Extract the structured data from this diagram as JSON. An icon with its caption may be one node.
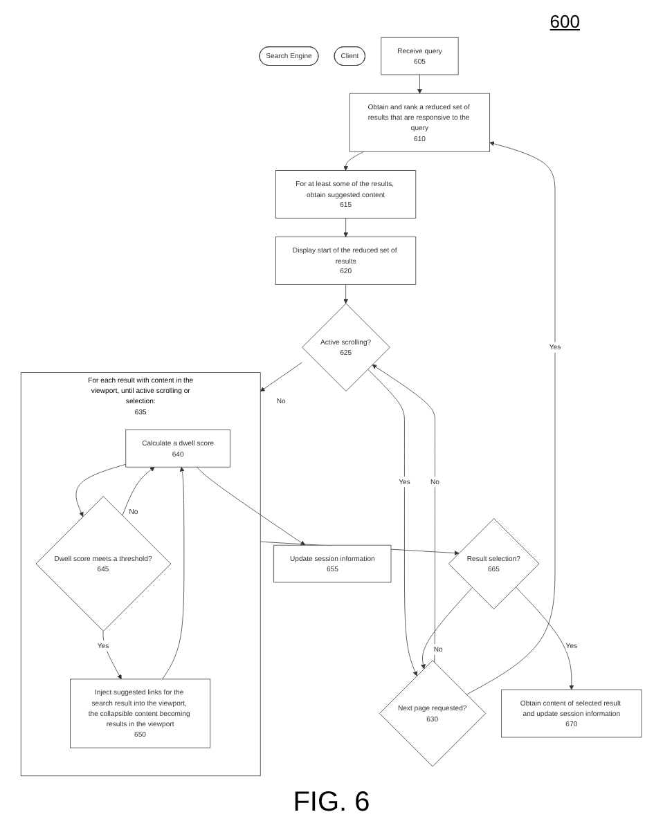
{
  "diagram": {
    "caption": "FIG. 6",
    "nodes": [
      {
        "text": [
          "Search Engine"
        ]
      },
      {
        "text": [
          "Client"
        ]
      },
      {
        "text": [
          "Receive query",
          "605"
        ]
      },
      {
        "text": [
          "Obtain and rank a reduced set of results that are responsive to the query",
          "610"
        ]
      },
      {
        "text": [
          "For at least some of the results, obtain suggested content",
          "615"
        ]
      },
      {
        "text": [
          "Display start of the reduced set of results",
          "620"
        ]
      },
      {
        "text": [
          "Next page requested?",
          "630"
        ]
      },
      {
        "text": [
          "Active scrolling?",
          "625"
        ]
      },
      {
        "text": [
          "For each result with content in the viewport, until active scrolling or selection:",
          "635"
        ]
      },
      {
        "text": [
          "Calculate a dwell score",
          "640"
        ],
        "in": 8
      },
      {
        "text": [
          "Dwell score meets a threshold?",
          "645"
        ],
        "in": 8
      },
      {
        "text": [
          "Inject suggested links for the search result into the viewport, the collapsible content becoming results in the viewport",
          "650"
        ],
        "in": 8
      },
      {
        "text": [
          "Update session information",
          "655"
        ]
      },
      {
        "text": [
          "Result selection?",
          "665"
        ]
      },
      {
        "text": [
          "Obtain content of selected result and update session information",
          "670"
        ]
      }
    ],
    "edges": [
      {
        "from": 2,
        "to": 3,
        "arrow": "to"
      },
      {
        "from": 3,
        "to": 4,
        "arrow": "to"
      },
      {
        "from": 4,
        "to": 5,
        "arrow": "to"
      },
      {
        "from": 5,
        "to": 7,
        "arrow": "to"
      },
      {
        "from": 6,
        "to": 7,
        "arrow": "to",
        "label": "No"
      },
      {
        "from": 6,
        "to": 3,
        "arrow": "to",
        "label": "Yes"
      },
      {
        "from": 7,
        "to": 6,
        "arrow": "to",
        "label": "Yes"
      },
      {
        "from": 7,
        "to": 8,
        "arrow": "to",
        "label": "No"
      },
      {
        "from": 9,
        "to": 10,
        "arrow": "to"
      },
      {
        "from": 9,
        "to": 12,
        "arrow": "to"
      },
      {
        "from": 10,
        "to": 9,
        "arrow": "to",
        "label": "No"
      },
      {
        "from": 10,
        "to": 11,
        "arrow": "to",
        "label": "Yes"
      },
      {
        "from": 11,
        "to": 9,
        "arrow": "to"
      },
      {
        "from": 8,
        "to": 13,
        "arrow": "to"
      },
      {
        "from": 13,
        "to": 14,
        "arrow": "to",
        "label": "Yes"
      },
      {
        "from": 13,
        "to": 6,
        "arrow": "to",
        "label": "No"
      }
    ],
    "labels": [
      "600"
    ]
  }
}
